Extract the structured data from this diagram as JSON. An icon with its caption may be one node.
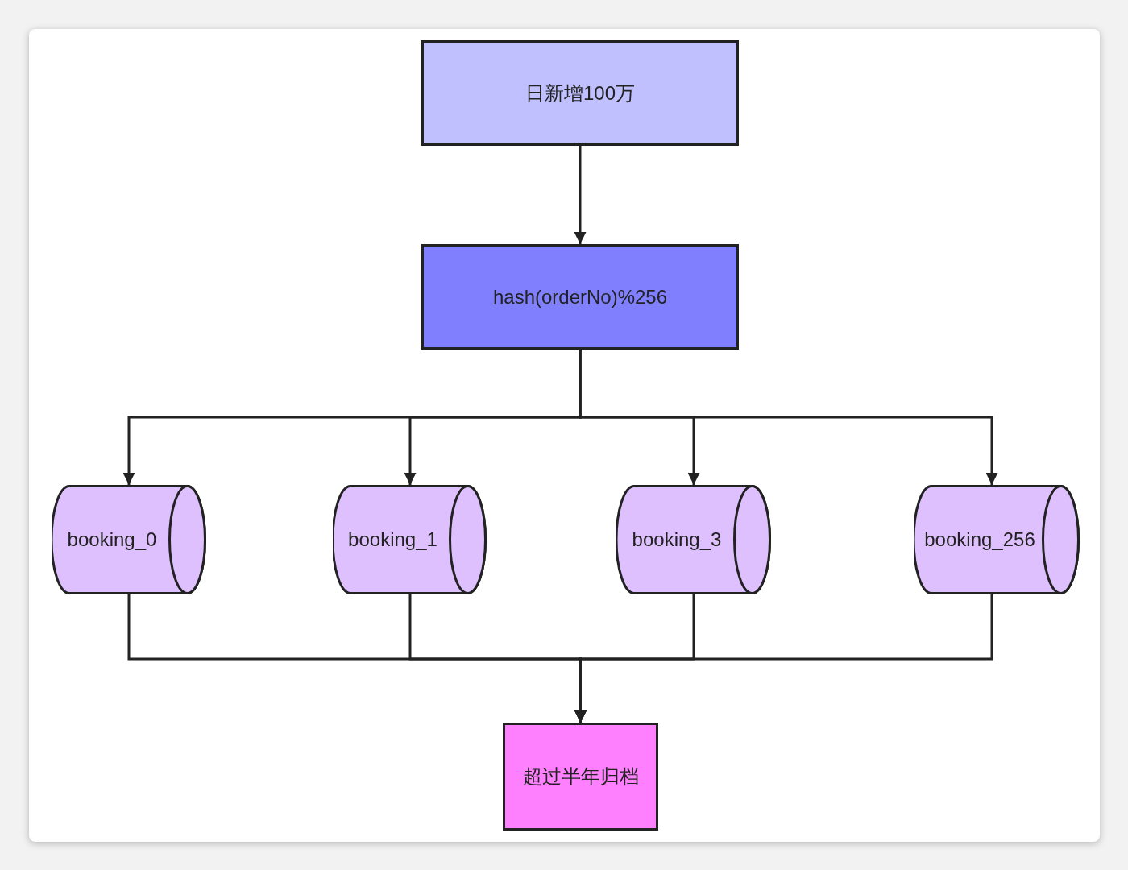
{
  "diagram": {
    "nodes": [
      {
        "text": [
          "日新增100万"
        ]
      },
      {
        "text": [
          "hash(orderNo)%256"
        ]
      },
      {
        "text": [
          "booking_0"
        ]
      },
      {
        "text": [
          "booking_1"
        ]
      },
      {
        "text": [
          "booking_3"
        ]
      },
      {
        "text": [
          "booking_256"
        ]
      },
      {
        "text": [
          "超过半年归档"
        ]
      }
    ],
    "edges": [
      {
        "from": 0,
        "to": 1,
        "arrow": "to"
      },
      {
        "from": 1,
        "to": 2,
        "arrow": "to"
      },
      {
        "from": 1,
        "to": 3,
        "arrow": "to"
      },
      {
        "from": 1,
        "to": 4,
        "arrow": "to"
      },
      {
        "from": 1,
        "to": 5,
        "arrow": "to"
      },
      {
        "from": 2,
        "to": 6,
        "arrow": "to"
      },
      {
        "from": 3,
        "to": 6,
        "arrow": "to"
      },
      {
        "from": 4,
        "to": 6,
        "arrow": "to"
      },
      {
        "from": 5,
        "to": 6,
        "arrow": "to"
      }
    ]
  }
}
